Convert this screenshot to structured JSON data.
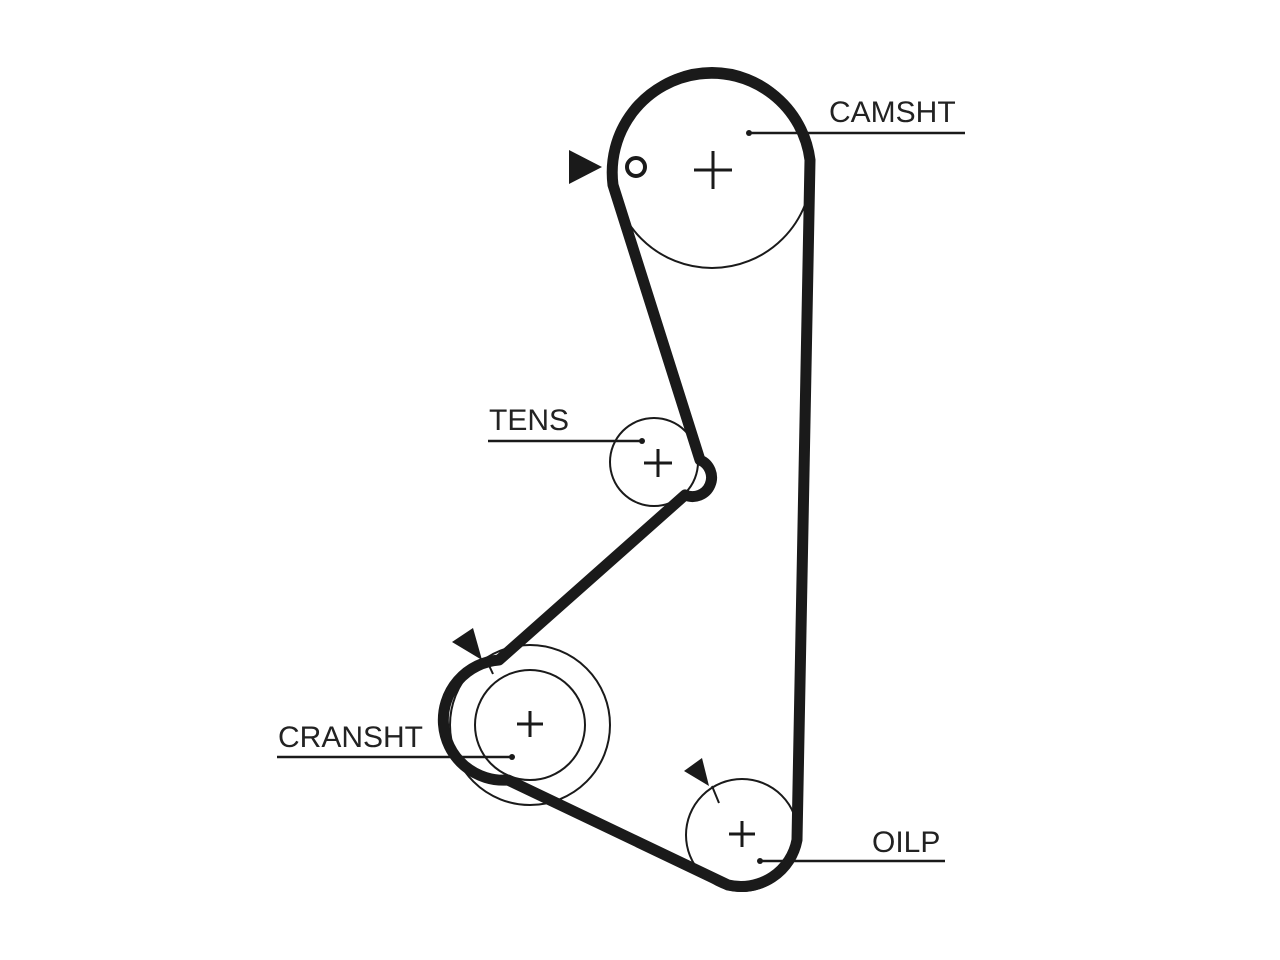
{
  "colors": {
    "ink": "#1a1a1a",
    "background": "#ffffff"
  },
  "labels": {
    "camshaft": "CAMSHT",
    "tensioner": "TENS",
    "crankshaft": "CRANSHT",
    "oil_pump": "OILP"
  },
  "icons": {
    "timing_mark_arrow": "filled-triangle-arrow",
    "timing_dot": "small-circle",
    "center": "plus-sign"
  }
}
